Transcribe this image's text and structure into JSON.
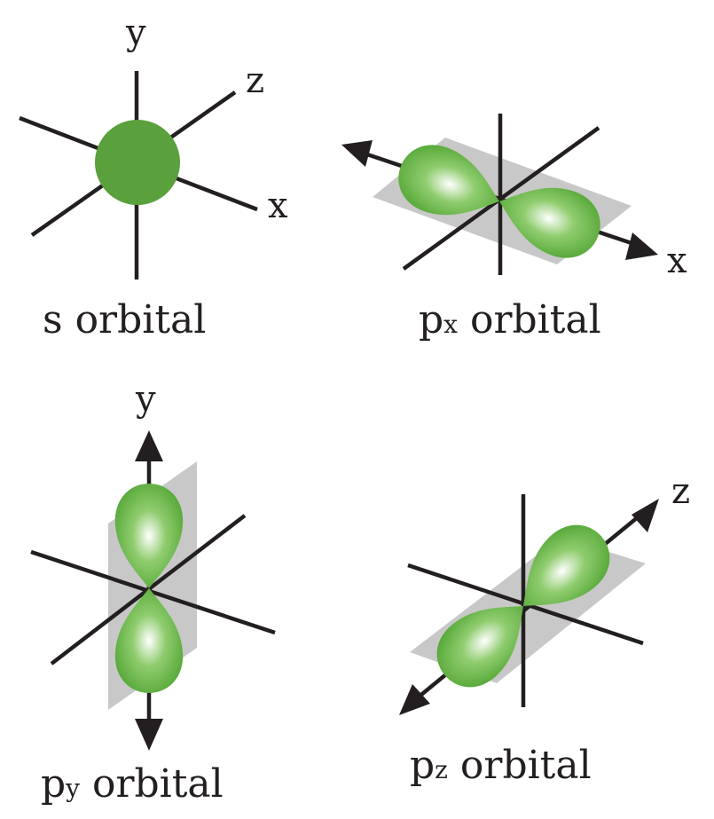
{
  "colors": {
    "lobe_light": "#ffffff",
    "lobe_mid": "#8fcc6e",
    "lobe_dark": "#58a93a",
    "s_orbital": "#5aa03c",
    "plane": "#c8c8c8",
    "axis": "#231f20"
  },
  "panels": {
    "s": {
      "caption": "s orbital",
      "axis_labels": {
        "y": "y",
        "z": "z",
        "x": "x"
      }
    },
    "px": {
      "caption_main": "p",
      "caption_sub": "x",
      "caption_rest": " orbital",
      "axis_labels": {
        "x": "x"
      }
    },
    "py": {
      "caption_main": "p",
      "caption_sub": "y",
      "caption_rest": " orbital",
      "axis_labels": {
        "y": "y"
      }
    },
    "pz": {
      "caption_main": "p",
      "caption_sub": "z",
      "caption_rest": " orbital",
      "axis_labels": {
        "z": "z"
      }
    }
  }
}
